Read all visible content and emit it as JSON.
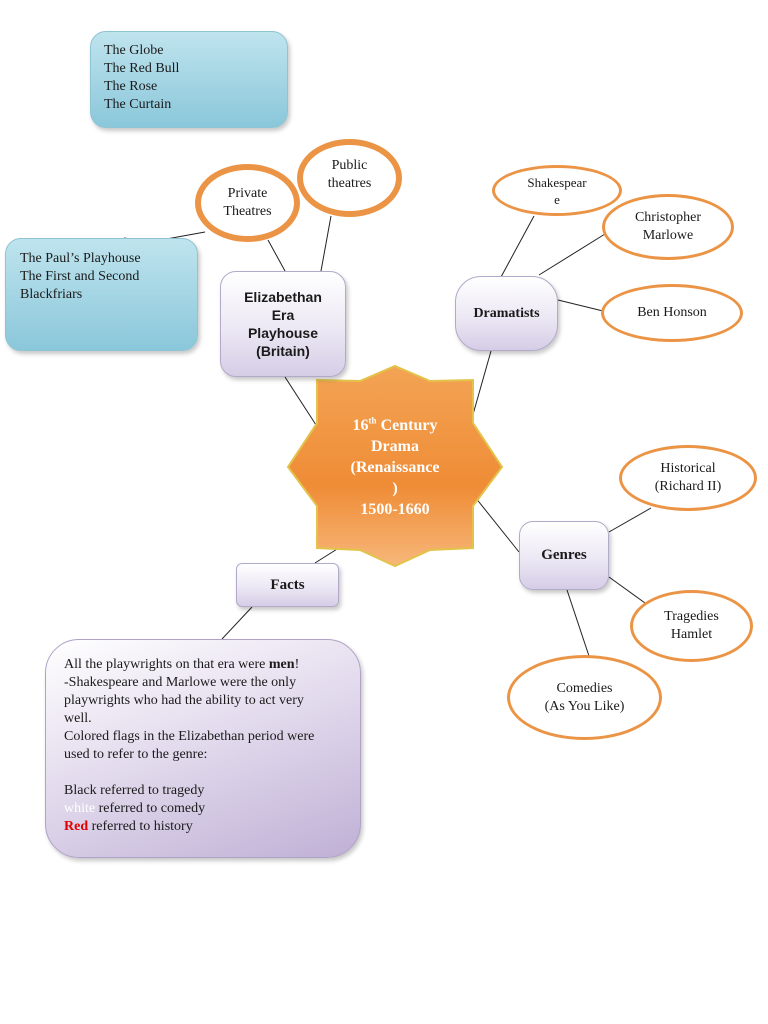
{
  "theatres_public_list": [
    "The Globe",
    "The Red Bull",
    "The Rose",
    "The Curtain"
  ],
  "theatres_private_list": [
    "The Paul’s Playhouse",
    "The First and Second",
    "Blackfriars"
  ],
  "center": {
    "line1_num": "16",
    "line1_sup": "th",
    "line1_rest": " Century",
    "line2": "Drama",
    "line3": "(Renaissance",
    "line4": ")",
    "line5": "1500-1660"
  },
  "playhouse": {
    "label_lines": [
      "Elizabethan",
      "Era",
      "Playhouse",
      "(Britain)"
    ]
  },
  "private_theatres": {
    "lines": [
      "Private",
      "Theatres"
    ]
  },
  "public_theatres": {
    "lines": [
      "Public",
      "theatres"
    ]
  },
  "dramatists": {
    "label": "Dramatists",
    "items": [
      {
        "lines": [
          "Shakespear",
          "e"
        ]
      },
      {
        "lines": [
          "Christopher",
          "Marlowe"
        ]
      },
      {
        "lines": [
          "Ben Honson"
        ]
      }
    ]
  },
  "genres": {
    "label": "Genres",
    "items": [
      {
        "lines": [
          "Historical",
          "(Richard II)"
        ]
      },
      {
        "lines": [
          "Tragedies",
          "Hamlet"
        ]
      },
      {
        "lines": [
          "Comedies",
          "(As You Like)"
        ]
      }
    ]
  },
  "facts": {
    "label": "Facts",
    "intro_text": "All the playwrights on that era were ",
    "intro_bold": "men",
    "intro_end": "!",
    "lines": [
      "-Shakespeare and Marlowe were the only",
      "playwrights who had the ability to act very",
      "well.",
      "Colored flags in the Elizabethan period were",
      "used to refer to the genre:"
    ],
    "flag_black_text": "Black referred to tragedy",
    "flag_white_word": "white",
    "flag_white_rest": " referred to comedy",
    "flag_red_word": "Red",
    "flag_red_rest": " referred to history"
  },
  "colors": {
    "oval_border": "#ec9445",
    "star_fill": "#f0953e",
    "blue_box": "#a2d4e3",
    "lavender_box": "#d5cde6",
    "red_text": "#e00000"
  }
}
